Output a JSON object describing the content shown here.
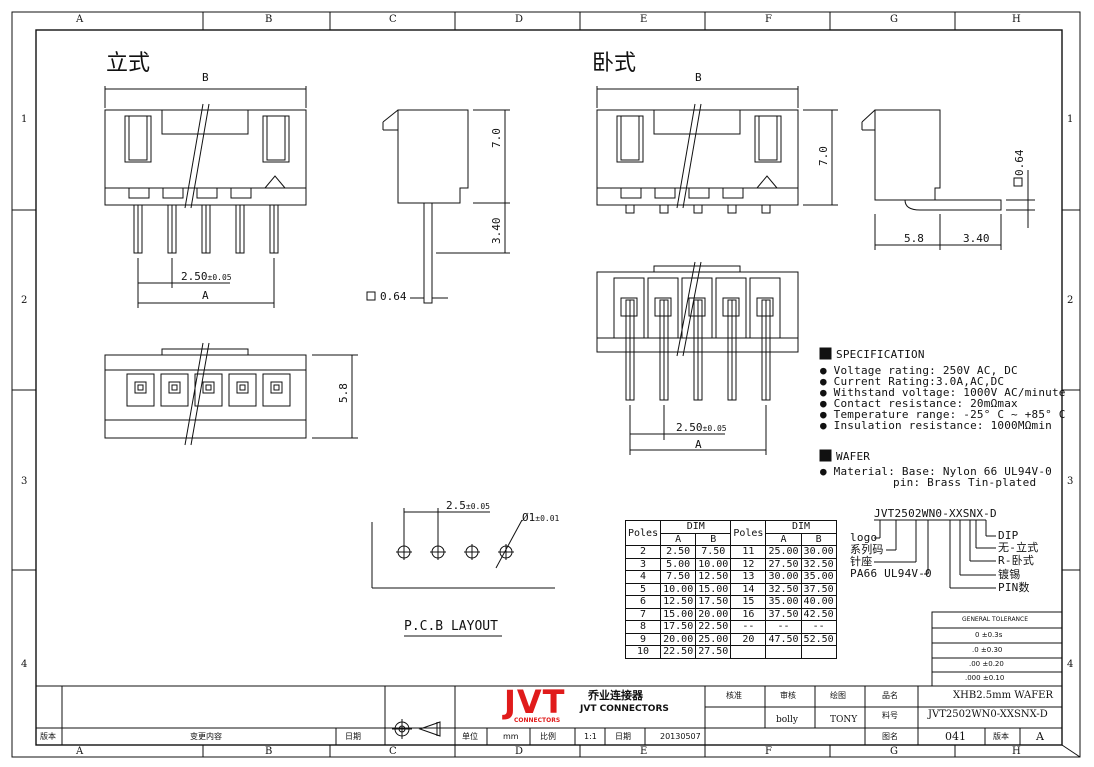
{
  "border": {
    "columns": [
      "A",
      "B",
      "C",
      "D",
      "E",
      "F",
      "G",
      "H"
    ],
    "rows": [
      "1",
      "2",
      "3",
      "4"
    ]
  },
  "views": {
    "vertical_title": "立式",
    "horizontal_title": "卧式"
  },
  "dimensions": {
    "B": "B",
    "A": "A",
    "height": "7.0",
    "pin_length": "3.40",
    "pin_square": "0.64",
    "pitch_value": "2.50",
    "pitch_tol": "±0.05",
    "width": "5.8",
    "pcb_pitch_value": "2.5",
    "pcb_pitch_tol": "±0.05",
    "hole_value": "Ø1",
    "hole_tol": "±0.01",
    "side_width": "5.8",
    "side_pin": "3.40"
  },
  "pcb_layout_label": "P.C.B LAYOUT",
  "specification": {
    "heading": "SPECIFICATION",
    "items": [
      "Voltage rating: 250V AC, DC",
      "Current Rating:3.0A,AC,DC",
      "Withstand voltage: 1000V AC/minute",
      "Contact resistance: 20mΩmax",
      "Temperature range: -25° C  ~  +85° C",
      "Insulation resistance: 1000MΩmin"
    ]
  },
  "wafer": {
    "heading": "WAFER",
    "material_line1": "Material: Base: Nylon 66 UL94V-0",
    "material_line2": "pin: Brass Tin-plated"
  },
  "part_code": {
    "code": "JVT2502WN0-XXSNX-D",
    "left_labels": [
      "logo",
      "系列码",
      "针座",
      "PA66 UL94V-0"
    ],
    "right_labels": [
      "DIP",
      "无-立式",
      "R-卧式",
      "镀锡",
      "PIN数"
    ]
  },
  "pole_table": {
    "headers": [
      "Poles",
      "DIM",
      "Poles",
      "DIM"
    ],
    "subheaders": [
      "A",
      "B",
      "A",
      "B"
    ],
    "rows": [
      [
        "2",
        "2.50",
        "7.50",
        "11",
        "25.00",
        "30.00"
      ],
      [
        "3",
        "5.00",
        "10.00",
        "12",
        "27.50",
        "32.50"
      ],
      [
        "4",
        "7.50",
        "12.50",
        "13",
        "30.00",
        "35.00"
      ],
      [
        "5",
        "10.00",
        "15.00",
        "14",
        "32.50",
        "37.50"
      ],
      [
        "6",
        "12.50",
        "17.50",
        "15",
        "35.00",
        "40.00"
      ],
      [
        "7",
        "15.00",
        "20.00",
        "16",
        "37.50",
        "42.50"
      ],
      [
        "8",
        "17.50",
        "22.50",
        "--",
        "--",
        "--"
      ],
      [
        "9",
        "20.00",
        "25.00",
        "20",
        "47.50",
        "52.50"
      ],
      [
        "10",
        "22.50",
        "27.50",
        "",
        "",
        ""
      ]
    ]
  },
  "tolerance": {
    "heading": "GENERAL TOLERANCE",
    "rows": [
      [
        "0",
        "±0.3s"
      ],
      [
        ".0",
        "±0.30"
      ],
      [
        ".00",
        "±0.20"
      ],
      [
        ".000",
        "±0.10"
      ]
    ]
  },
  "title_block": {
    "brand": "JVT",
    "brand_sub": "CONNECTORS",
    "company_cn": "乔业连接器",
    "company_en": "JVT CONNECTORS",
    "col_headers": [
      "核准",
      "审核",
      "绘图",
      "品名"
    ],
    "drawer": "bolly",
    "checker": "TONY",
    "product_name": "XHB2.5mm WAFER",
    "part_label": "料号",
    "part_no": "JVT2502WN0-XXSNX-D",
    "drawing_label": "图名",
    "drawing_no": "041",
    "rev_label": "版本",
    "rev": "A",
    "unit_label": "单位",
    "unit": "mm",
    "scale_label": "比例",
    "scale": "1:1",
    "date_label": "日期",
    "date": "20130507",
    "rev_col": "版本",
    "change_col": "变更内容",
    "change_date_col": "日期"
  }
}
